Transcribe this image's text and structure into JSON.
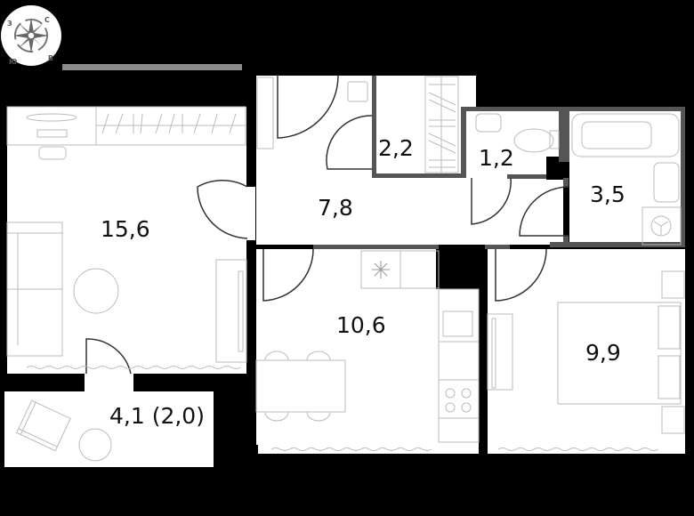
{
  "compass": {
    "north": "С",
    "east": "В",
    "south": "Ю",
    "west": "З"
  },
  "rooms": [
    {
      "id": "living-room",
      "area": "15,6"
    },
    {
      "id": "hallway",
      "area": "7,8"
    },
    {
      "id": "closet",
      "area": "2,2"
    },
    {
      "id": "toilet",
      "area": "1,2"
    },
    {
      "id": "bathroom",
      "area": "3,5"
    },
    {
      "id": "kitchen",
      "area": "10,6"
    },
    {
      "id": "bedroom",
      "area": "9,9"
    },
    {
      "id": "balcony",
      "area": "4,1 (2,0)"
    }
  ],
  "colors": {
    "wall": "#000000",
    "partition": "#555555",
    "floor": "#ffffff",
    "furniture": "#bbbbbb",
    "door": "#333333",
    "compass_bar": "#8a8a8a"
  }
}
